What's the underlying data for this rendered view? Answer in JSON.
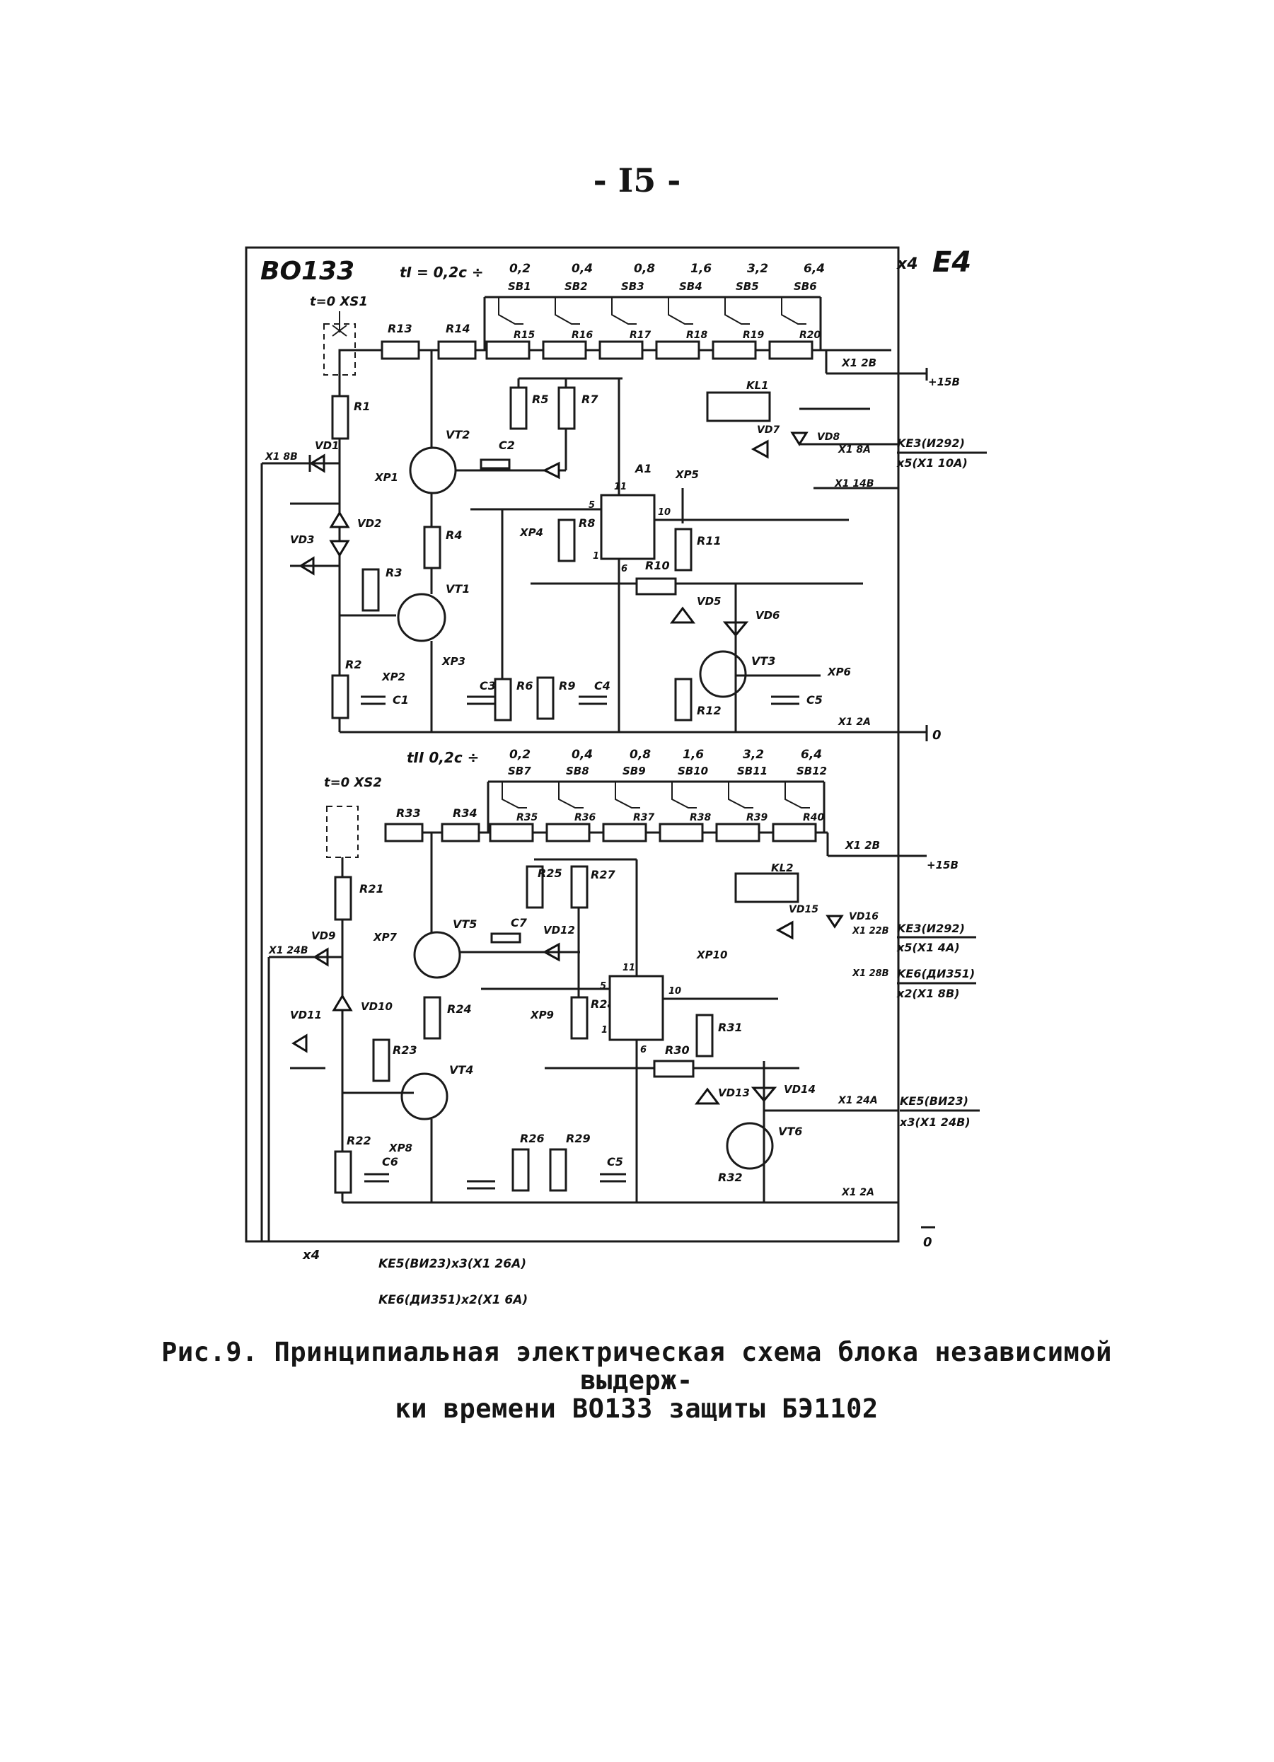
{
  "page_number": "- I5 -",
  "diagram": {
    "block_name": "ВО133",
    "block_ref": "Е4",
    "x4_top": "х4",
    "x4_bottom": "х4",
    "ground_top": "0",
    "ground_bottom": "0",
    "top": {
      "tx_label": "tI = 0,2c ÷",
      "switch_values": [
        "0,2",
        "0,4",
        "0,8",
        "1,6",
        "3,2",
        "6,4"
      ],
      "switch_names": [
        "SB1",
        "SB2",
        "SB3",
        "SB4",
        "SB5",
        "SB6"
      ],
      "chain_resistors": [
        "R13",
        "R14"
      ],
      "bank_resistors": [
        "R15",
        "R16",
        "R17",
        "R18",
        "R19",
        "R20"
      ],
      "connector": "t=0  XS1",
      "terminal_2b": "X1 2B",
      "supply": "+15B",
      "terminal_2a": "X1 2A",
      "terminal_8b": "X1 8B",
      "terminal_8a": "X1 8A",
      "terminal_14b": "X1 14B",
      "ke3": "KE3(И292)",
      "x5": "х5(Х1 10А)",
      "labels": [
        "R1",
        "VD1",
        "VD2",
        "VD3",
        "R3",
        "R2",
        "C1",
        "XP1",
        "XP2",
        "XP3",
        "VT2",
        "C2",
        "R4",
        "VT1",
        "C3",
        "R5",
        "R7",
        "R6",
        "R8",
        "R9",
        "C4",
        "XP4",
        "A1",
        "XP5",
        "R10",
        "R11",
        "VD5",
        "VD6",
        "VT3",
        "R12",
        "C5",
        "XP6",
        "KL1",
        "VD7",
        "VD8"
      ],
      "opamp_pins": [
        "11",
        "5",
        "10",
        "1",
        "6"
      ]
    },
    "bottom": {
      "ty_label": "tII  0,2c ÷",
      "switch_values": [
        "0,2",
        "0,4",
        "0,8",
        "1,6",
        "3,2",
        "6,4"
      ],
      "switch_names": [
        "SB7",
        "SB8",
        "SB9",
        "SB10",
        "SB11",
        "SB12"
      ],
      "chain_resistors": [
        "R33",
        "R34"
      ],
      "bank_resistors": [
        "R35",
        "R36",
        "R37",
        "R38",
        "R39",
        "R40"
      ],
      "connector": "t=0  XS2",
      "terminal_2b": "X1 2B",
      "supply": "+15B",
      "terminal_24b": "X1 24B",
      "terminal_22b": "X1 22B",
      "terminal_28b": "X1 28B",
      "terminal_24a": "X1 24A",
      "terminal_2a": "X1 2A",
      "ke3": "KE3(И292)",
      "x5": "х5(Х1 4А)",
      "ke6": "KE6(ДИ351)",
      "x2": "х2(Х1 8В)",
      "ke5": "KE5(ВИ23)",
      "x3": "х3(Х1 24В)",
      "labels": [
        "R21",
        "VD9",
        "VD10",
        "VD11",
        "R23",
        "R22",
        "C6",
        "XP7",
        "XP8",
        "VT5",
        "C7",
        "VD12",
        "R24",
        "VT4",
        "R25",
        "R27",
        "R26",
        "R28",
        "R29",
        "C5",
        "XP9",
        "XP10",
        "R30",
        "R31",
        "VD13",
        "VD14",
        "VT6",
        "R32",
        "KL2",
        "VD15",
        "VD16"
      ],
      "opamp_pins": [
        "11",
        "5",
        "10",
        "1",
        "6"
      ]
    },
    "bottom_notes": [
      "KE5(ВИ23)х3(Х1 26А)",
      "KE6(ДИ351)х2(Х1 6А)"
    ]
  },
  "caption": {
    "line1": "Рис.9. Принципиальная электрическая схема блока независимой выдерж-",
    "line2": "ки времени ВО133 защиты БЭ1102"
  }
}
